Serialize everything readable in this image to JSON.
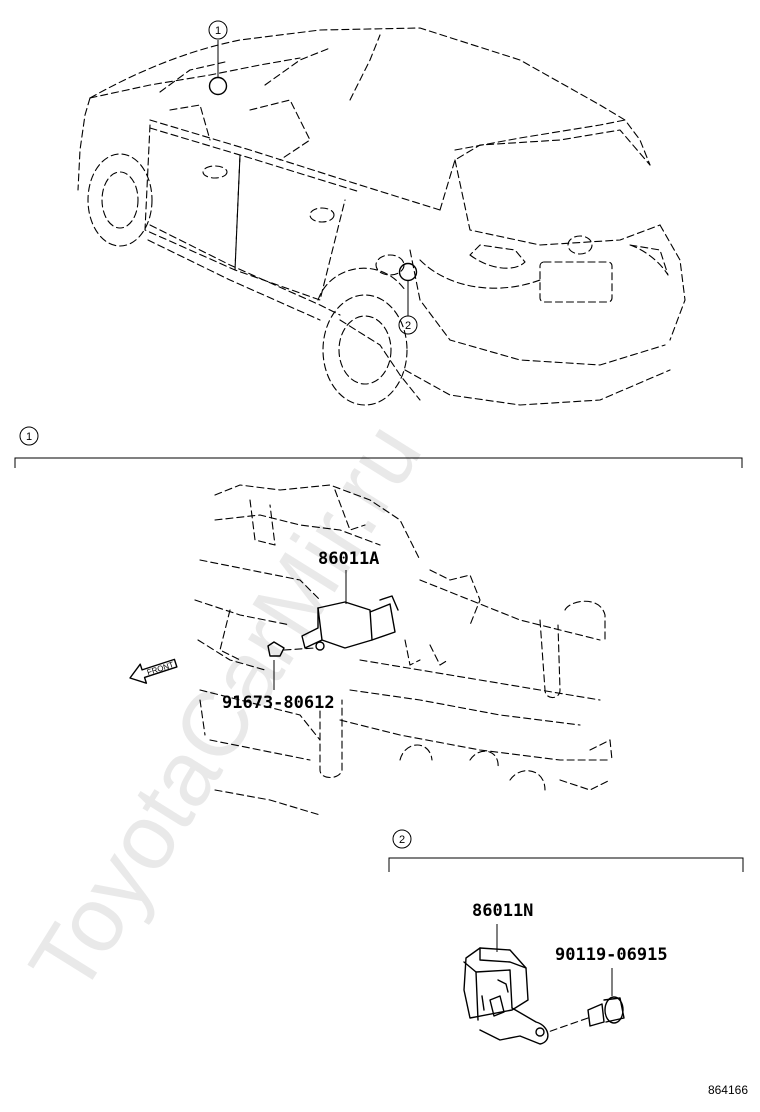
{
  "watermark": "ToyotaCarMir.ru",
  "callouts": {
    "one": "1",
    "two": "2"
  },
  "section1": {
    "number": "1",
    "part_main": "86011A",
    "part_bolt": "91673-80612",
    "front_label": "FRONT"
  },
  "section2": {
    "number": "2",
    "part_main": "86011N",
    "part_bolt": "90119-06915"
  },
  "reference_id": "864166",
  "icons": [
    "front-arrow-icon",
    "callout-circle-icon",
    "marker-ring-icon"
  ]
}
